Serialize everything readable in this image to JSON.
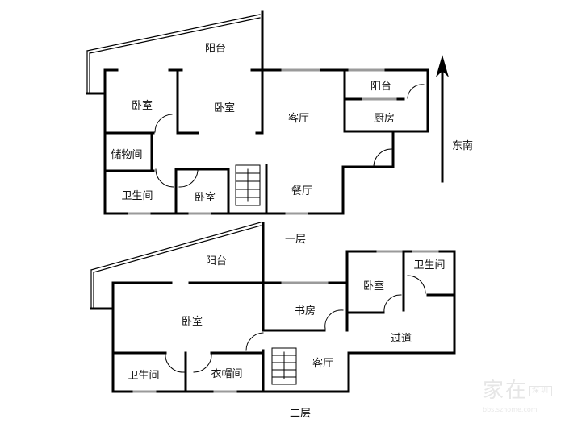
{
  "floor1": {
    "title": "一层",
    "rooms": {
      "balcony_main": "阳台",
      "bedroom_left": "卧室",
      "bedroom_middle": "卧室",
      "living_room": "客厅",
      "balcony_small": "阳台",
      "kitchen": "厨房",
      "storage": "储物间",
      "bathroom": "卫生间",
      "bedroom_small": "卧室",
      "dining_room": "餐厅"
    }
  },
  "floor2": {
    "title": "二层",
    "rooms": {
      "balcony": "阳台",
      "bedroom_master": "卧室",
      "study": "书房",
      "bedroom": "卧室",
      "bathroom_right": "卫生间",
      "corridor": "过道",
      "living_room": "客厅",
      "bathroom_left": "卫生间",
      "cloakroom": "衣帽间"
    }
  },
  "compass": {
    "label": "东南"
  },
  "watermark": {
    "brand": "家在",
    "city": "深圳",
    "url": "bbs.szhome.com"
  },
  "colors": {
    "wall": "#000000",
    "window": "#9a9a9a"
  }
}
